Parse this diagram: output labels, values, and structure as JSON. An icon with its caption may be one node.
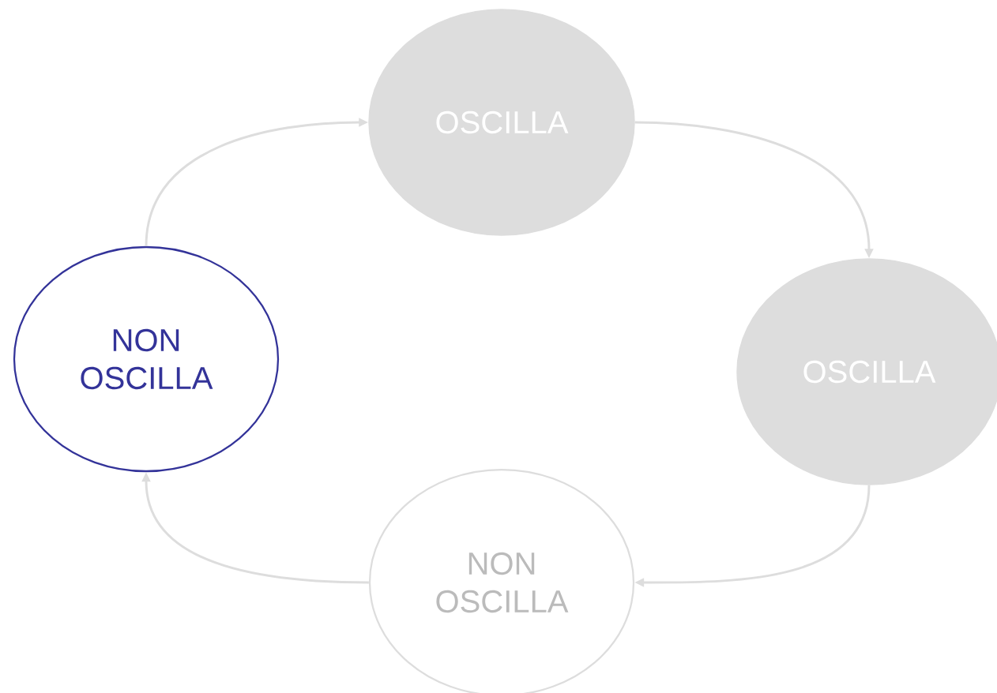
{
  "diagram": {
    "nodes": [
      {
        "text": [
          "OSCILLA"
        ]
      },
      {
        "text": [
          "NON OSCILLA"
        ]
      },
      {
        "text": [
          "OSCILLA"
        ]
      },
      {
        "text": [
          "NON OSCILLA"
        ]
      }
    ],
    "edges": [
      {
        "from": 1,
        "to": 0,
        "arrow": "to"
      },
      {
        "from": 0,
        "to": 2,
        "arrow": "to"
      },
      {
        "from": 2,
        "to": 3,
        "arrow": "to"
      },
      {
        "from": 3,
        "to": 1,
        "arrow": "to"
      }
    ]
  }
}
